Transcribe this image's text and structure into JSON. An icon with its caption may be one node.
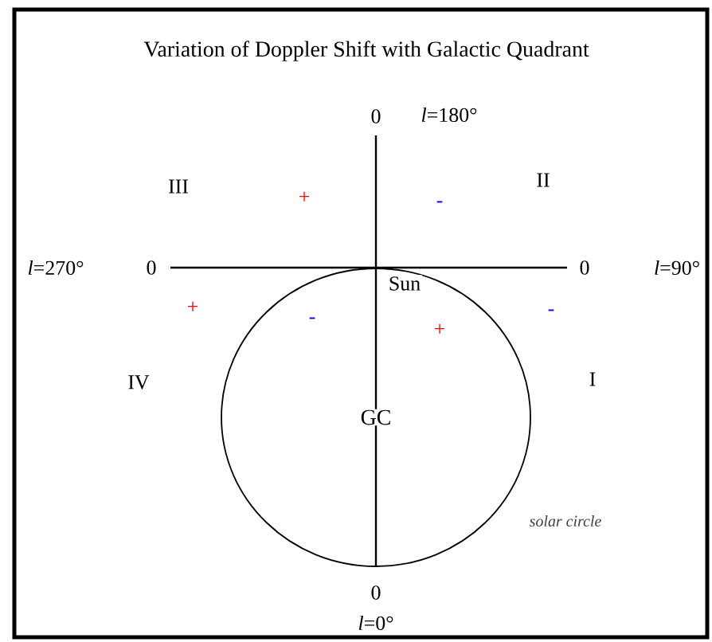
{
  "diagram": {
    "title": "Variation of Doppler Shift with Galactic Quadrant",
    "nodes": [
      {
        "text": [
          "GC"
        ],
        "beside": [
          "solar circle"
        ]
      }
    ],
    "labels": [
      "0",
      "*l*=180°",
      "III",
      "+",
      "-",
      "II",
      "*l*=270°",
      "0",
      "0",
      "*l*=90°",
      "Sun",
      "+",
      "-",
      "+",
      "-",
      "IV",
      "I",
      "0",
      "*l*=0°"
    ]
  }
}
